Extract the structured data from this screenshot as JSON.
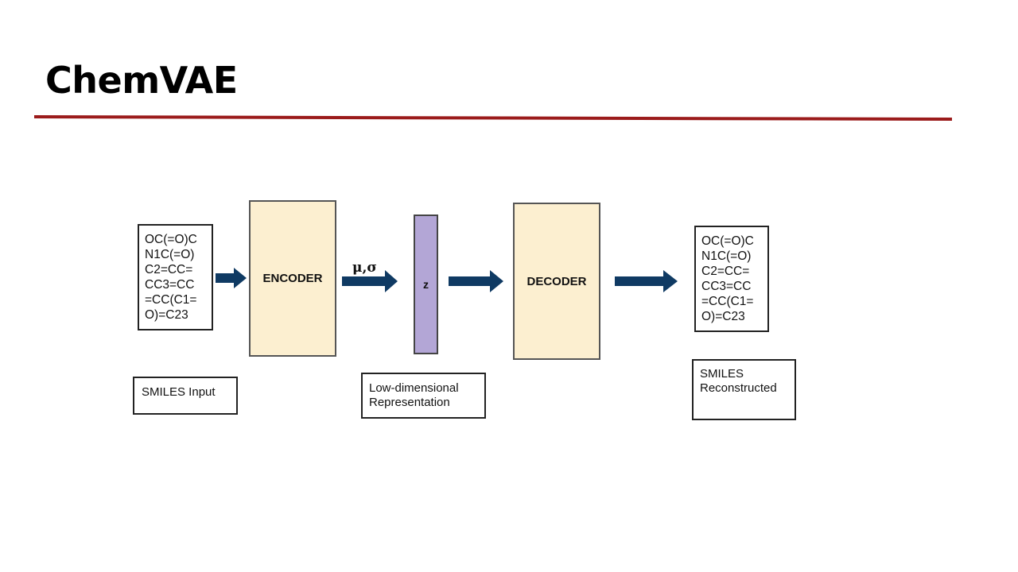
{
  "slide": {
    "title": "ChemVAE"
  },
  "diagram": {
    "input_smiles": "OC(=O)C\nN1C(=O)\nC2=CC=\nCC3=CC\n=CC(C1=\nO)=C23",
    "output_smiles": "OC(=O)C\nN1C(=O)\nC2=CC=\nCC3=CC\n=CC(C1=\nO)=C23",
    "encoder_label": "ENCODER",
    "decoder_label": "DECODER",
    "latent_label": "z",
    "mu_sigma_label": "μ,σ",
    "input_caption": "SMILES Input",
    "latent_caption": "Low-dimensional\nRepresentation",
    "output_caption": "SMILES\nReconstructed"
  },
  "colors": {
    "accent_rule": "#9b1b1b",
    "block_fill": "#fcefd0",
    "latent_fill": "#b3a6d6",
    "arrow": "#0f3a63"
  }
}
